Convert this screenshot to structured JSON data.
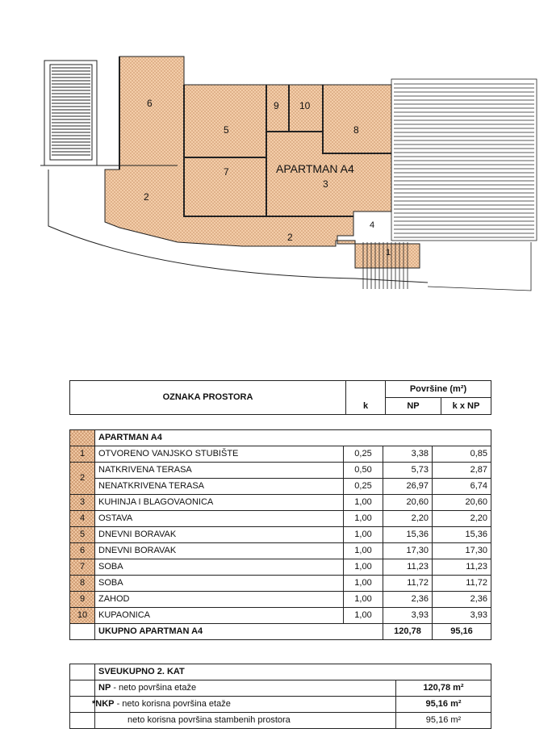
{
  "plan": {
    "title": "APARTMAN  A4",
    "room_labels": [
      "6",
      "5",
      "9",
      "10",
      "8",
      "7",
      "3",
      "2",
      "2",
      "4",
      "1"
    ]
  },
  "header": {
    "oznaka": "OZNAKA PROSTORA",
    "k": "k",
    "povrsine": "Površine (m²)",
    "np": "NP",
    "kxnp": "k x NP"
  },
  "rooms": {
    "section_title": "APARTMAN  A4",
    "rows": [
      {
        "no": "1",
        "name": "OTVORENO VANJSKO STUBIŠTE",
        "k": "0,25",
        "np": "3,38",
        "knp": "0,85"
      },
      {
        "no": "2",
        "name": "NATKRIVENA TERASA",
        "k": "0,50",
        "np": "5,73",
        "knp": "2,87"
      },
      {
        "no": "",
        "name": "NENATKRIVENA TERASA",
        "k": "0,25",
        "np": "26,97",
        "knp": "6,74"
      },
      {
        "no": "3",
        "name": "KUHINJA I BLAGOVAONICA",
        "k": "1,00",
        "np": "20,60",
        "knp": "20,60"
      },
      {
        "no": "4",
        "name": "OSTAVA",
        "k": "1,00",
        "np": "2,20",
        "knp": "2,20"
      },
      {
        "no": "5",
        "name": "DNEVNI BORAVAK",
        "k": "1,00",
        "np": "15,36",
        "knp": "15,36"
      },
      {
        "no": "6",
        "name": "DNEVNI BORAVAK",
        "k": "1,00",
        "np": "17,30",
        "knp": "17,30"
      },
      {
        "no": "7",
        "name": "SOBA",
        "k": "1,00",
        "np": "11,23",
        "knp": "11,23"
      },
      {
        "no": "8",
        "name": "SOBA",
        "k": "1,00",
        "np": "11,72",
        "knp": "11,72"
      },
      {
        "no": "9",
        "name": "ZAHOD",
        "k": "1,00",
        "np": "2,36",
        "knp": "2,36"
      },
      {
        "no": "10",
        "name": "KUPAONICA",
        "k": "1,00",
        "np": "3,93",
        "knp": "3,93"
      }
    ],
    "total_label": "UKUPNO APARTMAN  A4",
    "total_np": "120,78",
    "total_knp": "95,16"
  },
  "summary": {
    "title": "SVEUKUPNO  2. KAT",
    "np_abbr": "NP",
    "np_text": " - neto površina etaže",
    "np_value": "120,78 m²",
    "star": "*",
    "nkp_abbr": "NKP",
    "nkp_text": " - neto korisna površina etaže",
    "nkp_value": "95,16 m²",
    "stamb_text": "neto korisna površina stambenih prostora",
    "stamb_value": "95,16 m²"
  },
  "colors": {
    "hatch": "#f3cda9",
    "line": "#222222"
  }
}
